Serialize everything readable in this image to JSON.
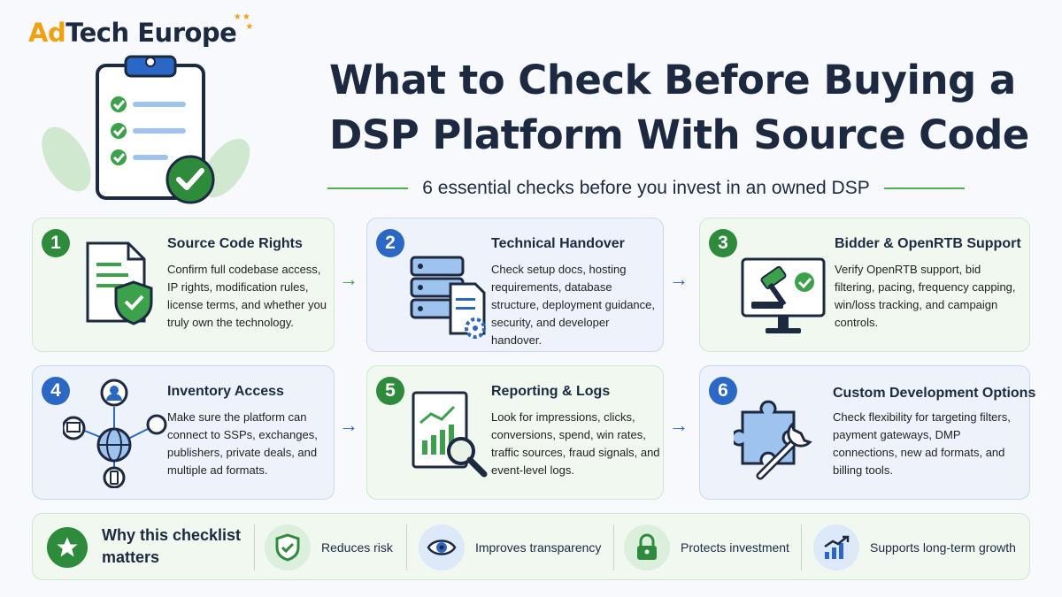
{
  "brand": {
    "ad": "Ad",
    "tech": "Tech Europe"
  },
  "title_line1": "What to Check Before Buying a",
  "title_line2": "DSP Platform With Source Code",
  "subtitle": "6 essential checks before you invest in an owned DSP",
  "cards": [
    {
      "number": "1",
      "title": "Source Code Rights",
      "desc": "Confirm full codebase access, IP rights, modification rules, license terms, and whether you truly own the technology.",
      "icon": "document-shield-icon",
      "color": "#2e8b3c"
    },
    {
      "number": "2",
      "title": "Technical Handover",
      "desc": "Check setup docs, hosting requirements, database structure, deployment guidance, security, and developer handover.",
      "icon": "server-docs-icon",
      "color": "#2b67c4"
    },
    {
      "number": "3",
      "title": "Bidder & OpenRTB Support",
      "desc": "Verify OpenRTB support, bid filtering, pacing, frequency capping, win/loss tracking, and campaign controls.",
      "icon": "gavel-monitor-icon",
      "color": "#2e8b3c"
    },
    {
      "number": "4",
      "title": "Inventory Access",
      "desc": "Make sure the platform can connect to SSPs, exchanges, publishers, private deals, and multiple ad formats.",
      "icon": "globe-network-icon",
      "color": "#2b67c4"
    },
    {
      "number": "5",
      "title": "Reporting & Logs",
      "desc": "Look for impressions, clicks, conversions, spend, win rates, traffic sources, fraud signals, and event-level logs.",
      "icon": "report-magnifier-icon",
      "color": "#2e8b3c"
    },
    {
      "number": "6",
      "title": "Custom Development Options",
      "desc": "Check flexibility for targeting filters, payment gateways, DMP connections, new ad formats, and billing tools.",
      "icon": "puzzle-wrench-icon",
      "color": "#2b67c4"
    }
  ],
  "arrow": "→",
  "footer": {
    "why": "Why this checklist matters",
    "benefits": [
      {
        "label": "Reduces risk",
        "icon": "shield-check-icon"
      },
      {
        "label": "Improves transparency",
        "icon": "eye-icon"
      },
      {
        "label": "Protects investment",
        "icon": "padlock-icon"
      },
      {
        "label": "Supports long-term growth",
        "icon": "growth-chart-icon"
      }
    ]
  },
  "colors": {
    "green": "#2e8b3c",
    "blue": "#2b67c4",
    "orange": "#f2a00f",
    "navy": "#1c2940"
  }
}
